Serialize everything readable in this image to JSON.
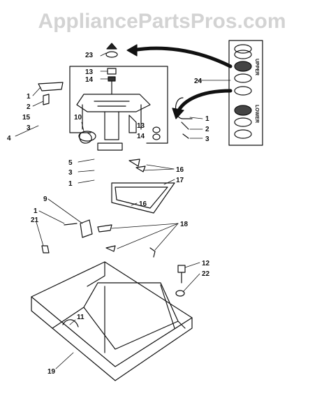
{
  "watermark": "AppliancePartsPros.com",
  "callouts": {
    "c1a": "1",
    "c2a": "2",
    "c15": "15",
    "c3a": "3",
    "c4": "4",
    "c10": "10",
    "c23": "23",
    "c13a": "13",
    "c14a": "14",
    "c13b": "13",
    "c14b": "14",
    "c24": "24",
    "c1b": "1",
    "c2b": "2",
    "c3b": "3",
    "c5": "5",
    "c3c": "3",
    "c1c": "1",
    "c16a": "16",
    "c17": "17",
    "c16b": "16",
    "c9": "9",
    "c1d": "1",
    "c21": "21",
    "c18": "18",
    "c12": "12",
    "c22": "22",
    "c11": "11",
    "c19": "19"
  },
  "bearing_labels": {
    "upper": "UPPER",
    "lower": "LOWER"
  },
  "colors": {
    "ink": "#111111",
    "watermark": "#d3d3d3",
    "background": "#ffffff"
  }
}
